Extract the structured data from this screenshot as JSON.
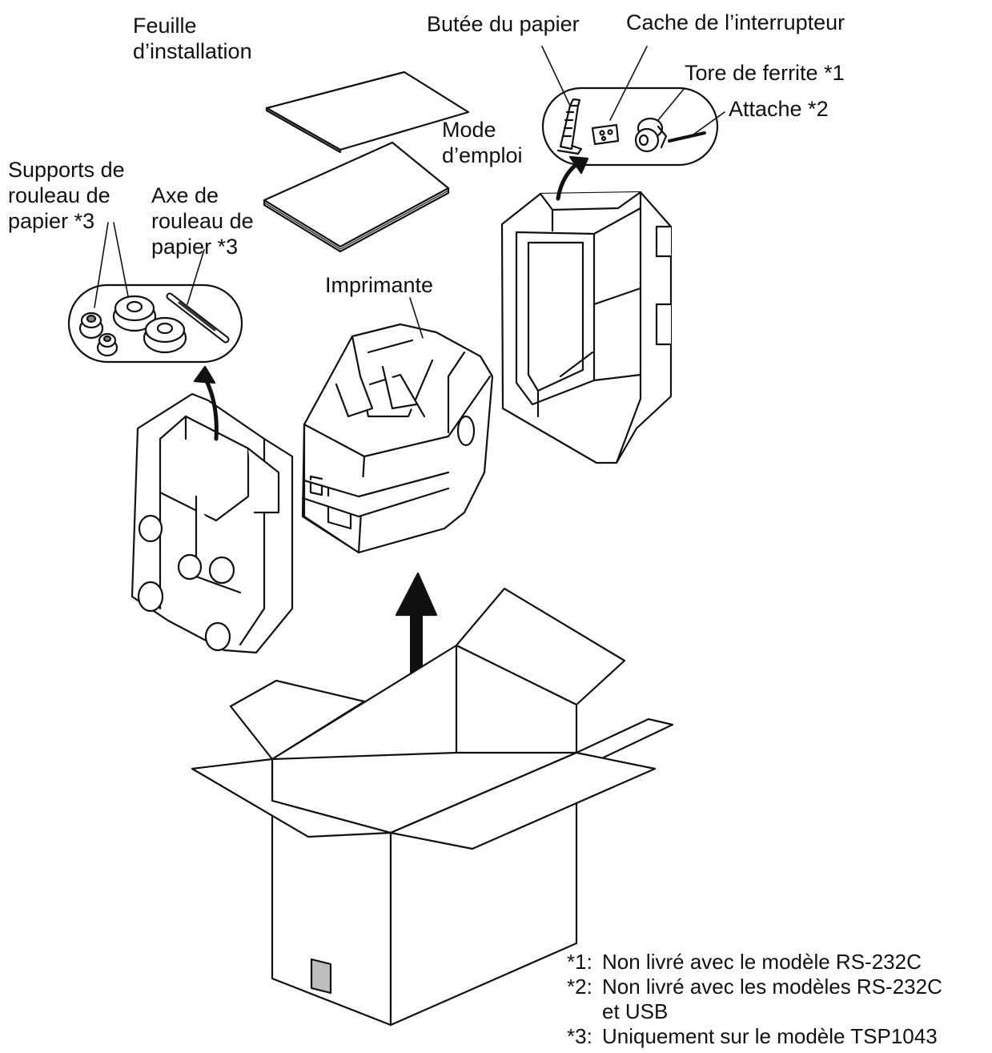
{
  "labels": {
    "feuille": "Feuille\nd’installation",
    "butee": "Butée du papier",
    "cache": "Cache de l’interrupteur",
    "tore": "Tore de ferrite *1",
    "attache": "Attache *2",
    "mode": "Mode\nd’emploi",
    "supports": "Supports de\nrouleau de\npapier *3",
    "axe": "Axe de\nrouleau de\npapier *3",
    "imprimante": "Imprimante"
  },
  "notes": [
    {
      "mark": "*1:",
      "text": "Non livré avec le modèle RS-232C"
    },
    {
      "mark": "*2:",
      "text": "Non livré avec les modèles RS-232C\net USB"
    },
    {
      "mark": "*3:",
      "text": "Uniquement sur le modèle TSP1043"
    }
  ],
  "colors": {
    "line": "#111111",
    "paper": "#ffffff",
    "grey": "#bdbdbd"
  }
}
